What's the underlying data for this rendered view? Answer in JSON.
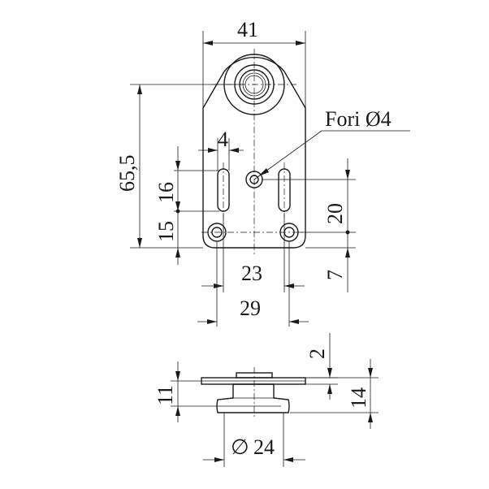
{
  "drawing": {
    "dim_width_top": "41",
    "dim_height_total": "65,5",
    "dim_slot_width": "4",
    "dim_slot_length": "16",
    "dim_lower_offset": "15",
    "callout_holes": "Fori Ø4",
    "dim_hole_to_base": "20",
    "dim_slot_spacing": "23",
    "dim_hole_spacing": "29",
    "dim_base_offset": "7",
    "dim_plate_thickness": "2",
    "dim_wheel_height": "11",
    "dim_total_height": "14",
    "dim_wheel_diameter": "24",
    "diameter_symbol": "∅"
  }
}
